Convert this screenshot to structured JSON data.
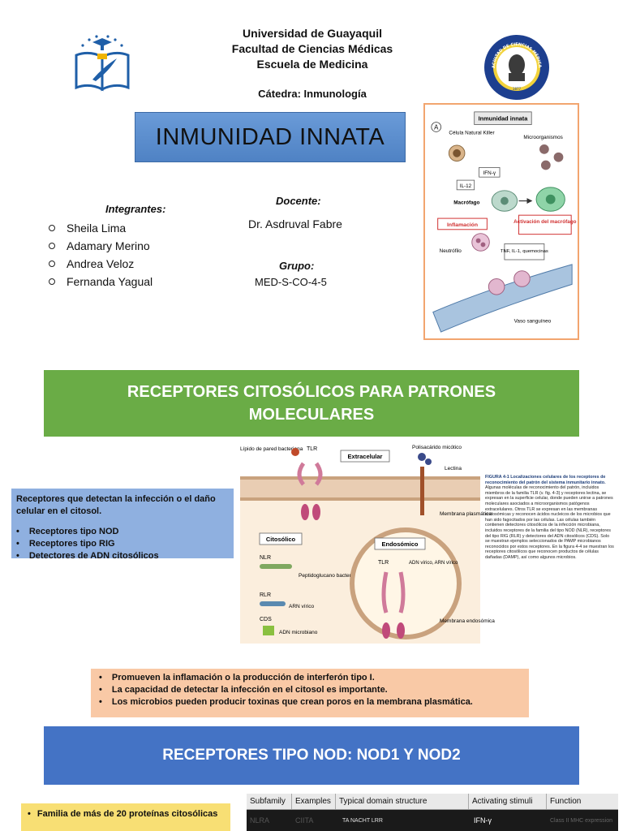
{
  "header": {
    "university": "Universidad de Guayaquil",
    "faculty": "Facultad de Ciencias Médicas",
    "school": "Escuela de Medicina",
    "chair_label": "Cátedra:",
    "chair_value": "Inmunología"
  },
  "seal": {
    "text": "FACULTAD DE CIENCIAS MÉDICAS",
    "year": "1877"
  },
  "title": "INMUNIDAD INNATA",
  "members": {
    "heading": "Integrantes:",
    "names": [
      "Sheila Lima",
      "Adamary Merino",
      "Andrea Veloz",
      "Fernanda Yagual"
    ]
  },
  "docente": {
    "heading": "Docente:",
    "name": "Dr. Asdruval Fabre"
  },
  "grupo": {
    "heading": "Grupo:",
    "value": "MED-S-CO-4-5"
  },
  "figure1": {
    "header": "Inmunidad innata",
    "panel_letter": "A",
    "labels": {
      "nk": "Célula Natural Killer",
      "micro": "Microorganismos",
      "ifn": "IFN-γ",
      "il12": "IL-12",
      "macrofago": "Macrófago",
      "inflamacion": "Inflamación",
      "activacion": "Activación del macrófago",
      "neutrofilo": "Neutrófilo",
      "tnf": "TNF, IL-1, quemocinas",
      "vaso": "Vaso sanguíneo"
    }
  },
  "section1": {
    "banner": "RECEPTORES CITOSÓLICOS PARA PATRONES MOLECULARES",
    "intro": "Receptores que detectan la infección o el daño celular en el citosol.",
    "bullets": [
      "Receptores tipo NOD",
      "Receptores tipo RIG",
      "Detectores de ADN citosólicos"
    ],
    "points": [
      "Promueven la inflamación o la producción de interferón tipo I.",
      "La capacidad de detectar la infección en el citosol es importante.",
      "Los microbios pueden producir toxinas que crean poros en la membrana plasmática."
    ]
  },
  "figure2": {
    "labels": {
      "lipido": "Lípido de pared bacteriana",
      "tlr": "TLR",
      "extracelular": "Extracelular",
      "polisacarido": "Polisacárido micótico",
      "lectina": "Lectina",
      "membrana_p": "Membrana plasmática",
      "citosolico": "Citosólico",
      "endosomico": "Endosómico",
      "nlr": "NLR",
      "peptido": "Peptidoglucano bacteriano",
      "rlr": "RLR",
      "arn": "ARN vírico",
      "cds": "CDS",
      "adn": "ADN microbiano",
      "tlr2": "TLR",
      "adn_arn": "ADN vírico, ARN vírico",
      "membrana_e": "Membrana endosómica"
    },
    "caption_title": "FIGURA 4-1 Localizaciones celulares de los receptores de reconocimiento del patrón del sistema inmunitario innato.",
    "caption_body": "Algunas moléculas de reconocimiento del patrón, incluidos miembros de la familia TLR (v. fig. 4-3) y receptores lectina, se expresan en la superficie celular, donde pueden unirse a patrones moleculares asociados a microorganismos patógenos extracelulares. Otros TLR se expresan en las membranas endosómicas y reconocen ácidos nucleicos de los microbios que han sido fagocitados por las células. Las células también contienen detectores citosólicos de la infección microbiana, incluidos receptores de la familia del tipo NOD (NLR), receptores del tipo RIG (RLR) y detectores del ADN citosólicos (CDS). Solo se muestran ejemplos seleccionados de PAMP microbianos reconocidos por estos receptores. En la figura 4-4 se muestran los receptores citosólicos que reconocen productos de células dañadas (DAMP), así como algunos microbios."
  },
  "section2": {
    "banner": "RECEPTORES TIPO NOD: NOD1 Y NOD2",
    "bullet": "Familia de más de 20 proteínas citosólicas",
    "table": {
      "headers": [
        "Subfamily",
        "Examples",
        "Typical domain structure",
        "Activating stimuli",
        "Function"
      ],
      "row": [
        "NLRA",
        "CIITA",
        "TA  NACHT  LRR",
        "IFN-γ",
        "Class II MHC expression"
      ]
    }
  }
}
